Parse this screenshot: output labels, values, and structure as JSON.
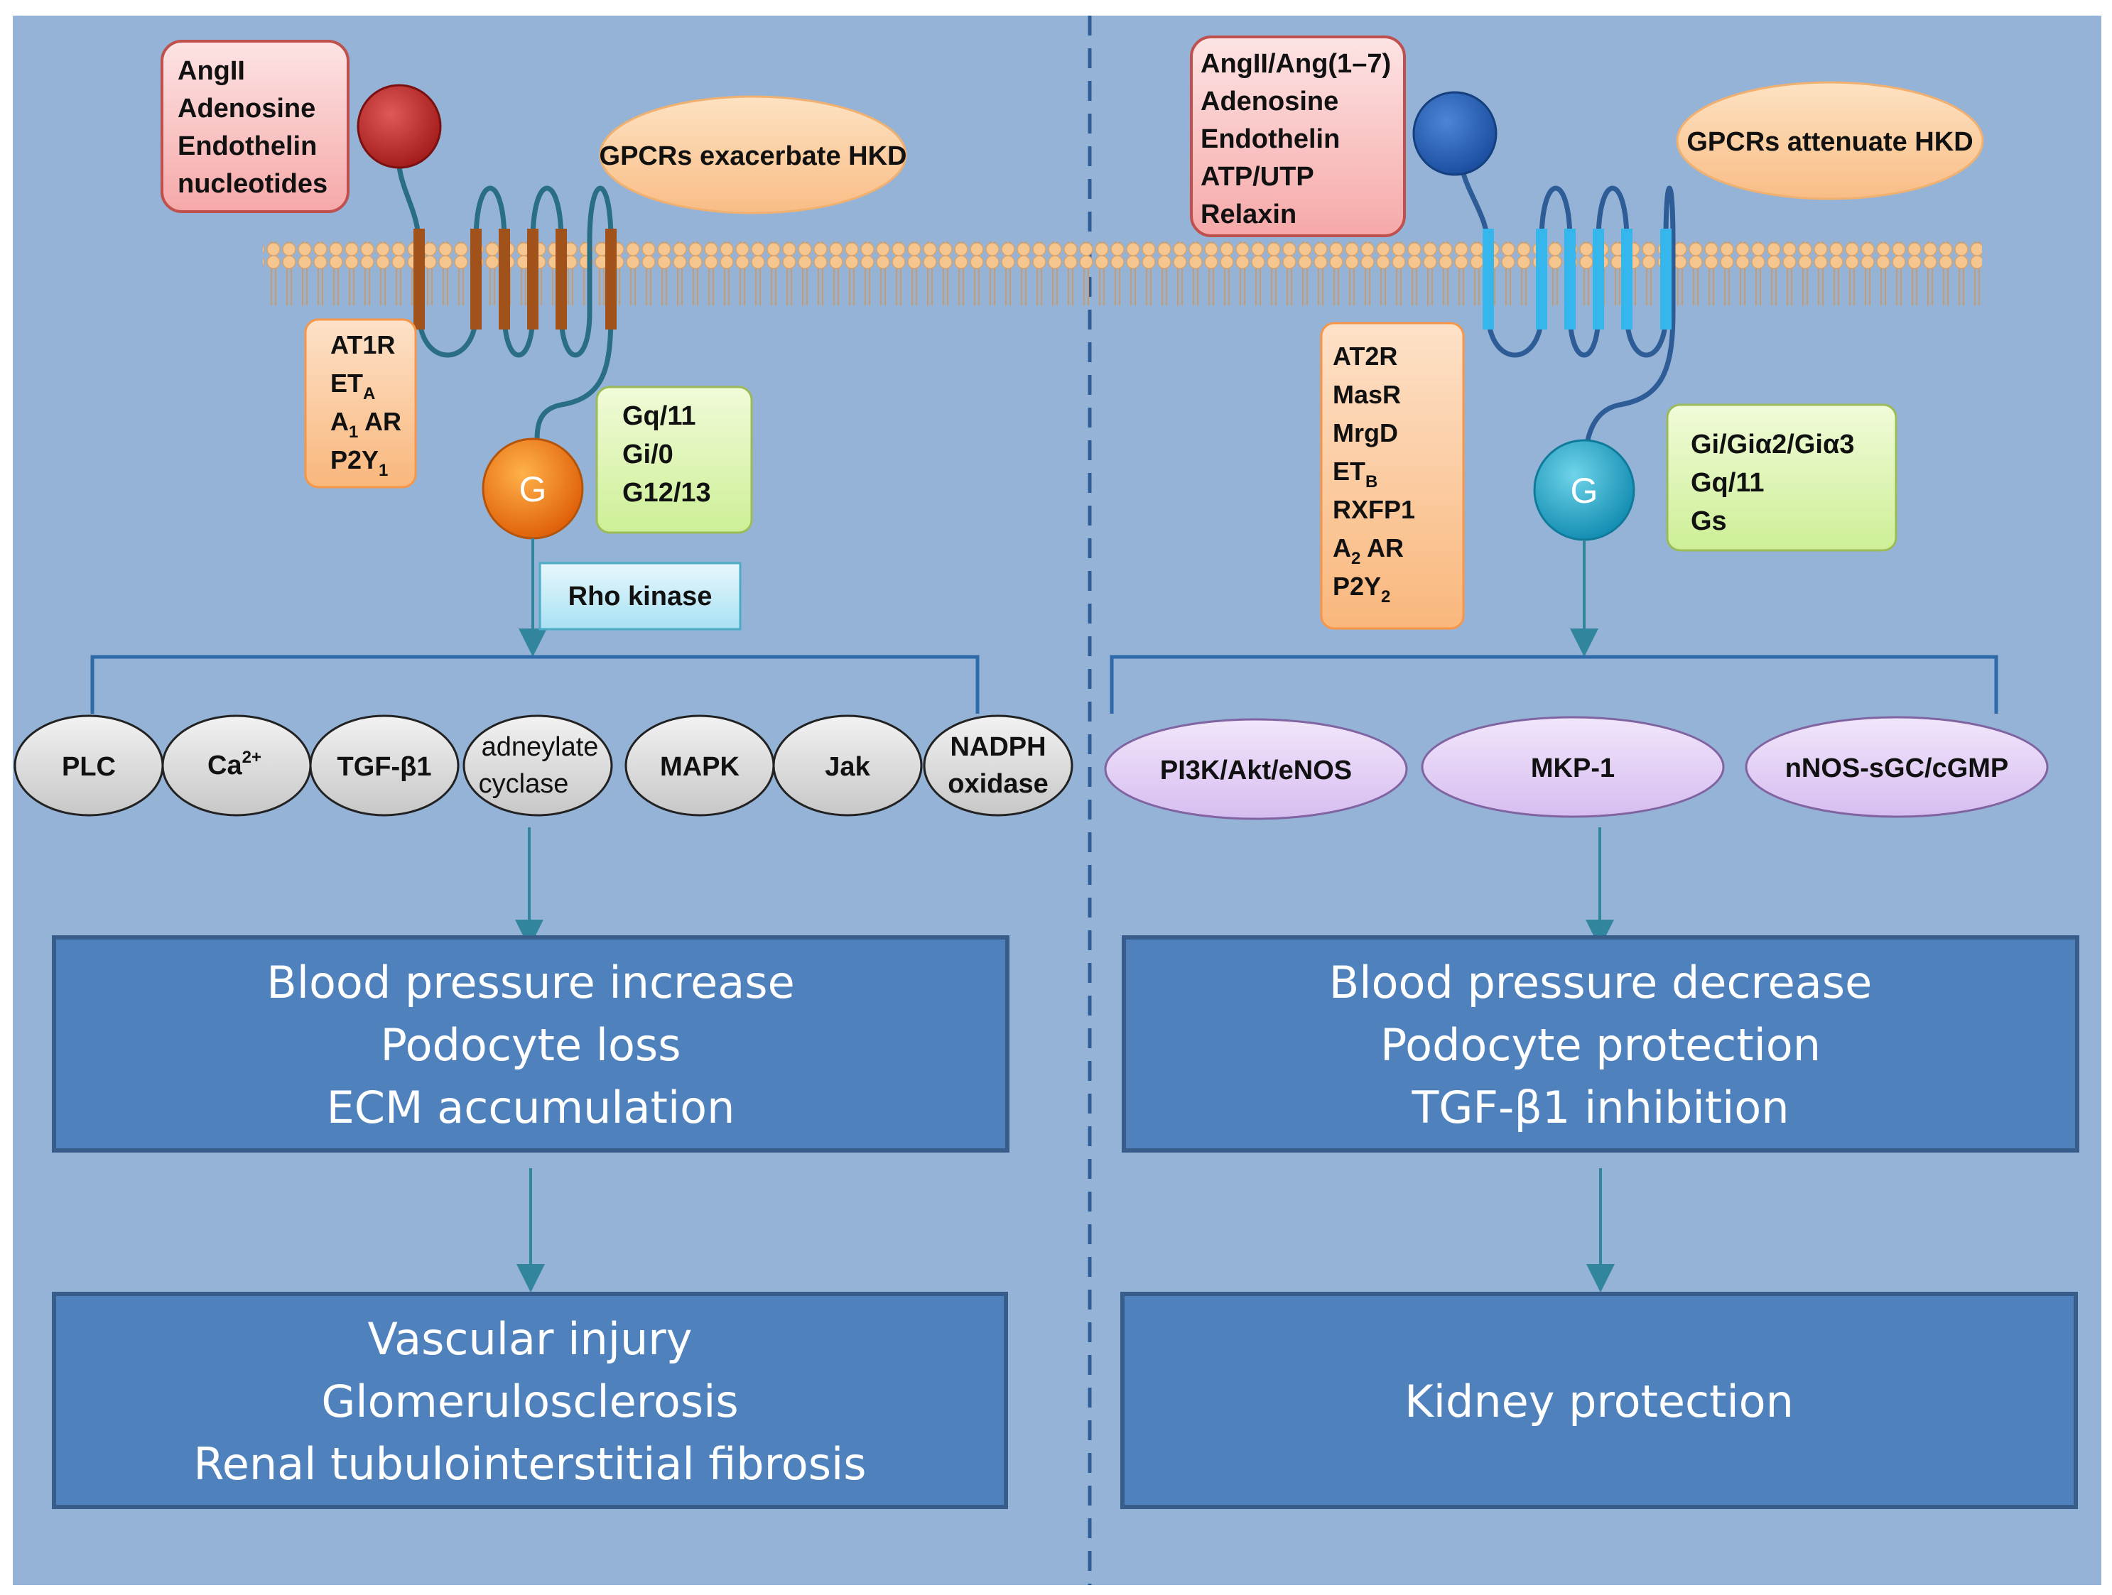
{
  "left": {
    "ligands": [
      "AngII",
      "Adenosine",
      "Endothelin",
      "nucleotides"
    ],
    "title": "GPCRs exacerbate HKD",
    "receptors": [
      {
        "base": "AT1R",
        "pre": "",
        "sub": "",
        "suffix": ""
      },
      {
        "base": "ET",
        "pre": "",
        "sub": "A",
        "suffix": ""
      },
      {
        "base": "A",
        "pre": "",
        "sub": "1",
        "suffix": " AR"
      },
      {
        "base": "P2Y",
        "pre": "",
        "sub": "1",
        "suffix": ""
      }
    ],
    "g_label": "G",
    "g_proteins": [
      "Gq/11",
      "Gi/0",
      "G12/13"
    ],
    "rho": "Rho kinase",
    "effectors": {
      "plc": "PLC",
      "ca_base": "Ca",
      "ca_sup": "2+",
      "tgf": "TGF-β1",
      "adc1": "adneylate",
      "adc2": "cyclase",
      "mapk": "MAPK",
      "jak": "Jak",
      "nadph1": "NADPH",
      "nadph2": "oxidase"
    },
    "outcome1": [
      "Blood pressure increase",
      "Podocyte loss",
      "ECM accumulation"
    ],
    "outcome2": [
      "Vascular injury",
      "Glomerulosclerosis",
      "Renal tubulointerstitial fibrosis"
    ]
  },
  "right": {
    "ligands": [
      "AngII/Ang(1–7)",
      "Adenosine",
      "Endothelin",
      "ATP/UTP",
      "Relaxin"
    ],
    "title": "GPCRs attenuate HKD",
    "receptors": [
      {
        "base": "AT2R",
        "sub": "",
        "suffix": ""
      },
      {
        "base": "MasR",
        "sub": "",
        "suffix": ""
      },
      {
        "base": "MrgD",
        "sub": "",
        "suffix": ""
      },
      {
        "base": "ET",
        "sub": "B",
        "suffix": ""
      },
      {
        "base": "RXFP1",
        "sub": "",
        "suffix": ""
      },
      {
        "base": "A",
        "sub": "2",
        "suffix": " AR"
      },
      {
        "base": "P2Y",
        "sub": "2",
        "suffix": ""
      }
    ],
    "g_label": "G",
    "g_proteins": [
      "Gi/Giα2/Giα3",
      "Gq/11",
      "Gs"
    ],
    "effectors": [
      "PI3K/Akt/eNOS",
      "MKP-1",
      "nNOS-sGC/cGMP"
    ],
    "outcome1": [
      "Blood pressure decrease",
      "Podocyte protection",
      "TGF-β1 inhibition"
    ],
    "outcome2": [
      "Kidney protection"
    ]
  },
  "colors": {
    "background": "#95b3d7",
    "box_fill": "#4f81bd",
    "box_stroke": "#385d8a",
    "arrow": "#31859c",
    "ligand_box": "#f8c8c8",
    "receptor_box": "#fbc598",
    "gprotein_box": "#e2f7b8",
    "left_receptor_band": "#a0521a",
    "right_receptor_band": "#35b6ec",
    "lipid_head": "#f5c690"
  }
}
